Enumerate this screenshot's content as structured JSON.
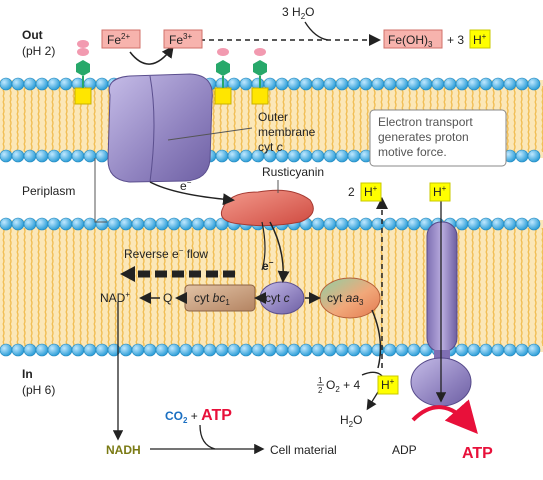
{
  "compartments": {
    "out": "Out",
    "out_ph": "(pH 2)",
    "periplasm": "Periplasm",
    "in": "In",
    "in_ph": "(pH 6)"
  },
  "top_reaction": {
    "fe2": "Fe",
    "fe2_sup": "2+",
    "fe3": "Fe",
    "fe3_sup": "3+",
    "water": "3 H",
    "water_sub": "2",
    "water_o": "O",
    "product": "Fe(OH)",
    "product_sub": "3",
    "plus3": "+ 3",
    "hplus": "H",
    "hplus_sup": "+"
  },
  "proteins": {
    "outer_membrane_cyt_c_1": "Outer",
    "outer_membrane_cyt_c_2": "membrane",
    "outer_membrane_cyt_c_3": "cyt",
    "outer_membrane_cyt_c_4": "c",
    "rusticyanin": "Rusticyanin",
    "cyt_bc1": "cyt ",
    "cyt_bc1_i": "bc",
    "cyt_bc1_sub": "1",
    "cyt_c": "cyt ",
    "cyt_c_i": "c",
    "cyt_aa3": "cyt ",
    "cyt_aa3_i": "aa",
    "cyt_aa3_sub": "3"
  },
  "electron": {
    "e": "e",
    "minus": "−"
  },
  "reverse_flow": {
    "label": "Reverse e",
    "minus": "−",
    "flow": " flow"
  },
  "q_label": "Q",
  "nad": {
    "text": "NAD",
    "sup": "+"
  },
  "nadh": "NADH",
  "proton_left": {
    "count": "2",
    "h": "H",
    "sup": "+"
  },
  "proton_right": {
    "h": "H",
    "sup": "+"
  },
  "oxygen": {
    "frac_num": "1",
    "frac_den": "2",
    "o": "O",
    "o_sub": "2",
    "plus": " + 4 ",
    "h": "H",
    "sup": "+"
  },
  "water_in": {
    "h": "H",
    "sub": "2",
    "o": "O"
  },
  "co2_atp": {
    "co": "CO",
    "co_sub": "2",
    "plus": " + ",
    "atp": "ATP"
  },
  "cell_material": "Cell material",
  "adp": "ADP",
  "atp": "ATP",
  "note": {
    "line1": "Electron transport",
    "line2": "generates proton",
    "line3": "motive force."
  },
  "colors": {
    "lipid_head": "#4fb3e6",
    "tail": "#f3c46a",
    "protein_purple": "#9b8fc7",
    "rusticyanin": "#e2645a",
    "cyt_bc1": "#c89a7a",
    "highlight_yellow": "#ffff00",
    "fe_box": "#f7b3ad",
    "atp_red": "#e8103a",
    "nadh_olive": "#7a7a14",
    "co2_blue": "#1a6fc2"
  }
}
